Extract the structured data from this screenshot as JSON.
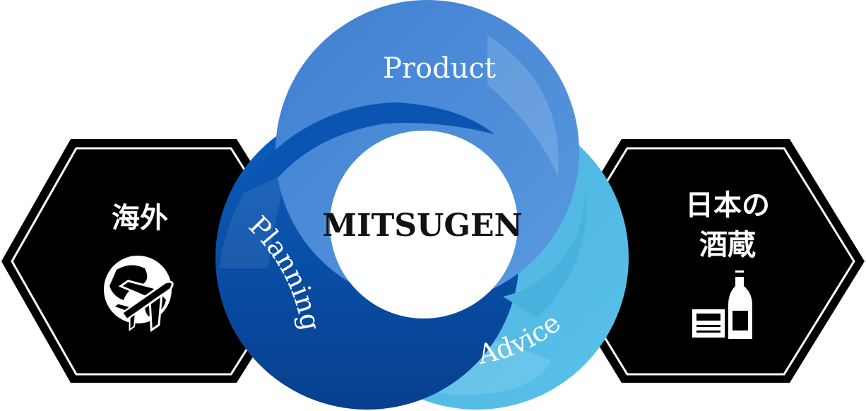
{
  "center": {
    "label": "MITSUGEN"
  },
  "rings": [
    {
      "label": "Product",
      "color": "#4d8cd8"
    },
    {
      "label": "Planning",
      "color": "#0a4fa6"
    },
    {
      "label": "Advice",
      "color": "#4fb6e0"
    }
  ],
  "left_hex": {
    "label": "海外",
    "icon": "globe-airplane-icon"
  },
  "right_hex": {
    "label_line1": "日本の",
    "label_line2": "酒蔵",
    "icon": "sake-bottle-and-masu-icon"
  },
  "colors": {
    "hex_fill": "#000000",
    "hex_border": "#ffffff",
    "text_on_dark": "#ffffff",
    "center_text": "#111111"
  }
}
